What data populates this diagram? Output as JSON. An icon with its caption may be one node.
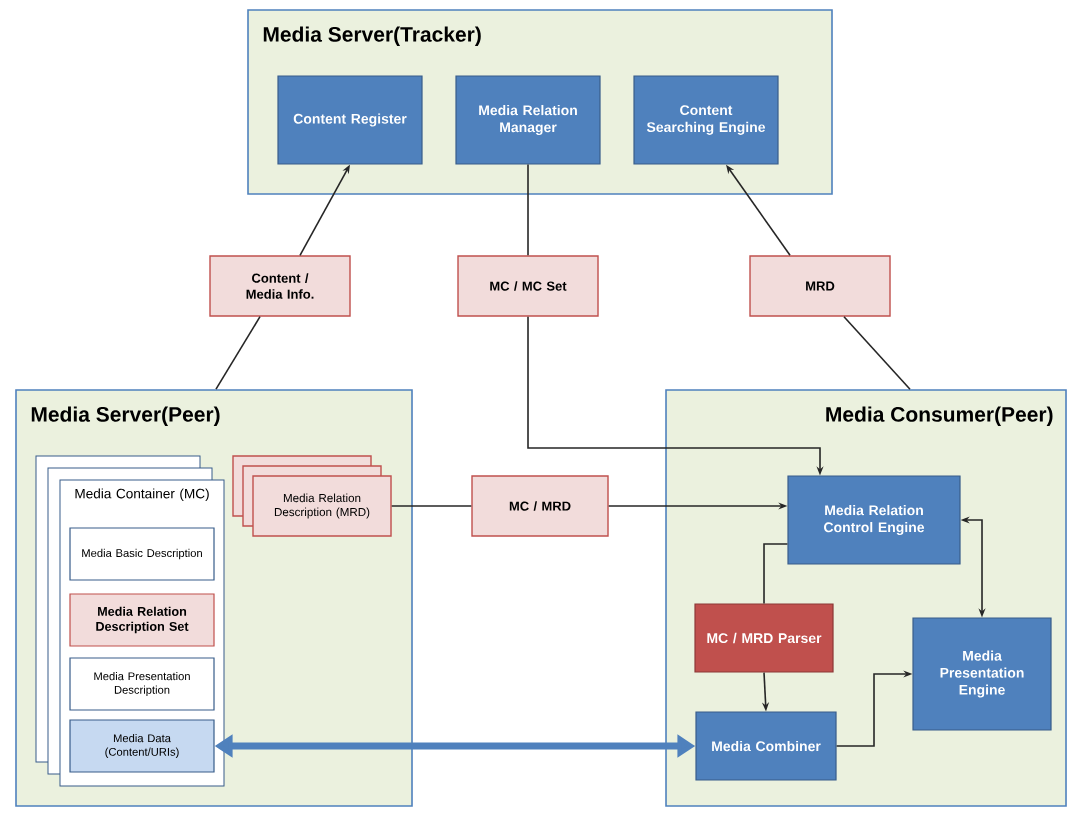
{
  "diagram": {
    "nodes": [
      {
        "text": [
          "Media Server(Tracker)"
        ]
      },
      {
        "text": [
          "Content Register"
        ],
        "in": 0
      },
      {
        "text": [
          "Media Relation Manager"
        ],
        "in": 0
      },
      {
        "text": [
          "Content Searching Engine"
        ],
        "in": 0
      },
      {
        "text": [
          "Content / Media Info."
        ]
      },
      {
        "text": [
          "MC / MC Set"
        ]
      },
      {
        "text": [
          "MRD"
        ]
      },
      {
        "text": [
          "Media Server(Peer)"
        ]
      },
      {
        "text": [
          "Media Container (MC)"
        ],
        "in": 7
      },
      {
        "text": [
          "Media Basic Description"
        ],
        "in": 8
      },
      {
        "text": [
          "Media Relation Description Set"
        ],
        "in": 8
      },
      {
        "text": [
          "Media Presentation Description"
        ],
        "in": 8
      },
      {
        "text": [
          "Media Data (Content/URIs)"
        ],
        "in": 8
      },
      {
        "text": [
          "Media Relation Description (MRD)"
        ],
        "in": 7
      },
      {
        "text": [
          "MC / MRD"
        ]
      },
      {
        "text": [
          "Media Consumer(Peer)"
        ]
      },
      {
        "text": [
          "Media Relation Control Engine"
        ],
        "in": 15
      },
      {
        "text": [
          "MC / MRD Parser"
        ],
        "in": 15
      },
      {
        "text": [
          "Media Combiner"
        ],
        "in": 15
      },
      {
        "text": [
          "Media Presentation Engine"
        ],
        "in": 15
      }
    ],
    "edges": [
      {
        "from": 7,
        "to": 4,
        "arrow": "none"
      },
      {
        "from": 4,
        "to": 1,
        "arrow": "to"
      },
      {
        "from": 2,
        "to": 5,
        "arrow": "none"
      },
      {
        "from": 5,
        "to": 16,
        "arrow": "to"
      },
      {
        "from": 15,
        "to": 6,
        "arrow": "none"
      },
      {
        "from": 6,
        "to": 3,
        "arrow": "to"
      },
      {
        "from": 13,
        "to": 14,
        "arrow": "none"
      },
      {
        "from": 14,
        "to": 16,
        "arrow": "to"
      },
      {
        "from": 16,
        "to": 17,
        "arrow": "none"
      },
      {
        "from": 17,
        "to": 18,
        "arrow": "to"
      },
      {
        "from": 18,
        "to": 19,
        "arrow": "to"
      },
      {
        "from": 16,
        "to": 19,
        "arrow": "both"
      },
      {
        "from": 12,
        "to": 18,
        "arrow": "both",
        "style": "thick",
        "color": "#4f81bd"
      }
    ]
  }
}
